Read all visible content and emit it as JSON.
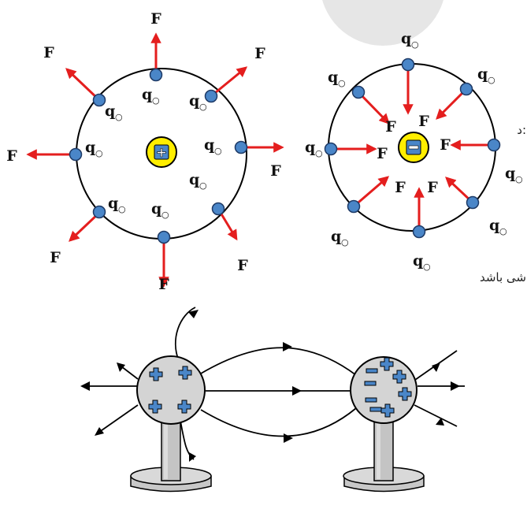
{
  "labels": {
    "force": "F",
    "test_charge": "q",
    "test_charge_subscript": "○",
    "positive_sign": "+",
    "negative_sign": "−"
  },
  "persian_text": {
    "fragment_1": "د:",
    "fragment_2": "شی باشد"
  },
  "colors": {
    "force_arrow": "#e41e1e",
    "test_charge_fill": "#4a86c8",
    "center_charge_fill": "#ffee00",
    "sphere_fill": "#d4d4d4",
    "field_line": "#000000"
  },
  "conductors": {
    "left_charges": [
      "+",
      "+",
      "+",
      "+"
    ],
    "right_charges": [
      "+",
      "+",
      "+",
      "−",
      "−",
      "−",
      "−",
      "+"
    ]
  }
}
